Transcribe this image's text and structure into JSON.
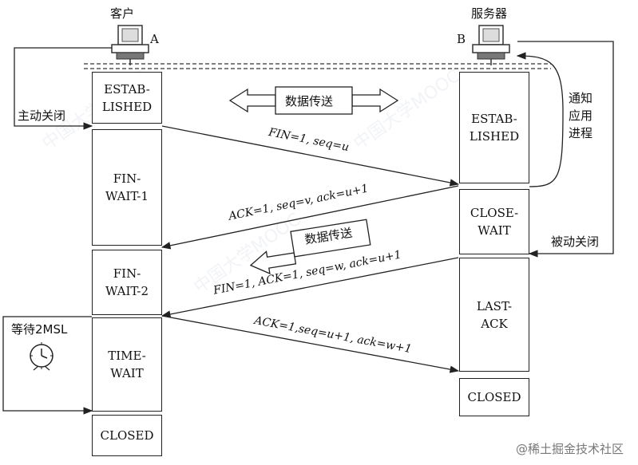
{
  "client": {
    "title": "客户",
    "letter": "A"
  },
  "server": {
    "title": "服务器",
    "letter": "B"
  },
  "left_side": {
    "active_close": "主动关闭",
    "wait_2msl": "等待2MSL"
  },
  "right_side": {
    "notify_app": "通知\n应用\n进程",
    "passive_close": "被动关闭"
  },
  "client_states": [
    "ESTAB-\nLISHED",
    "FIN-\nWAIT-1",
    "FIN-\nWAIT-2",
    "TIME-\nWAIT",
    "CLOSED"
  ],
  "server_states": [
    "ESTAB-\nLISHED",
    "CLOSE-\nWAIT",
    "LAST-\nACK",
    "CLOSED"
  ],
  "data_transfer": [
    "数据传送",
    "数据传送"
  ],
  "messages": [
    "FIN=1, seq=u",
    "ACK=1, seq=v, ack=u+1",
    "FIN=1, ACK=1, seq=w, ack=u+1",
    "ACK=1,seq=u+1, ack=w+1"
  ],
  "watermark": "@稀土掘金技术社区",
  "background_watermark": "中国大学MOOC",
  "colors": {
    "line": "#222222",
    "text": "#111111",
    "watermark": "#777777"
  },
  "icons": [
    "computer-icon",
    "clock-icon"
  ]
}
